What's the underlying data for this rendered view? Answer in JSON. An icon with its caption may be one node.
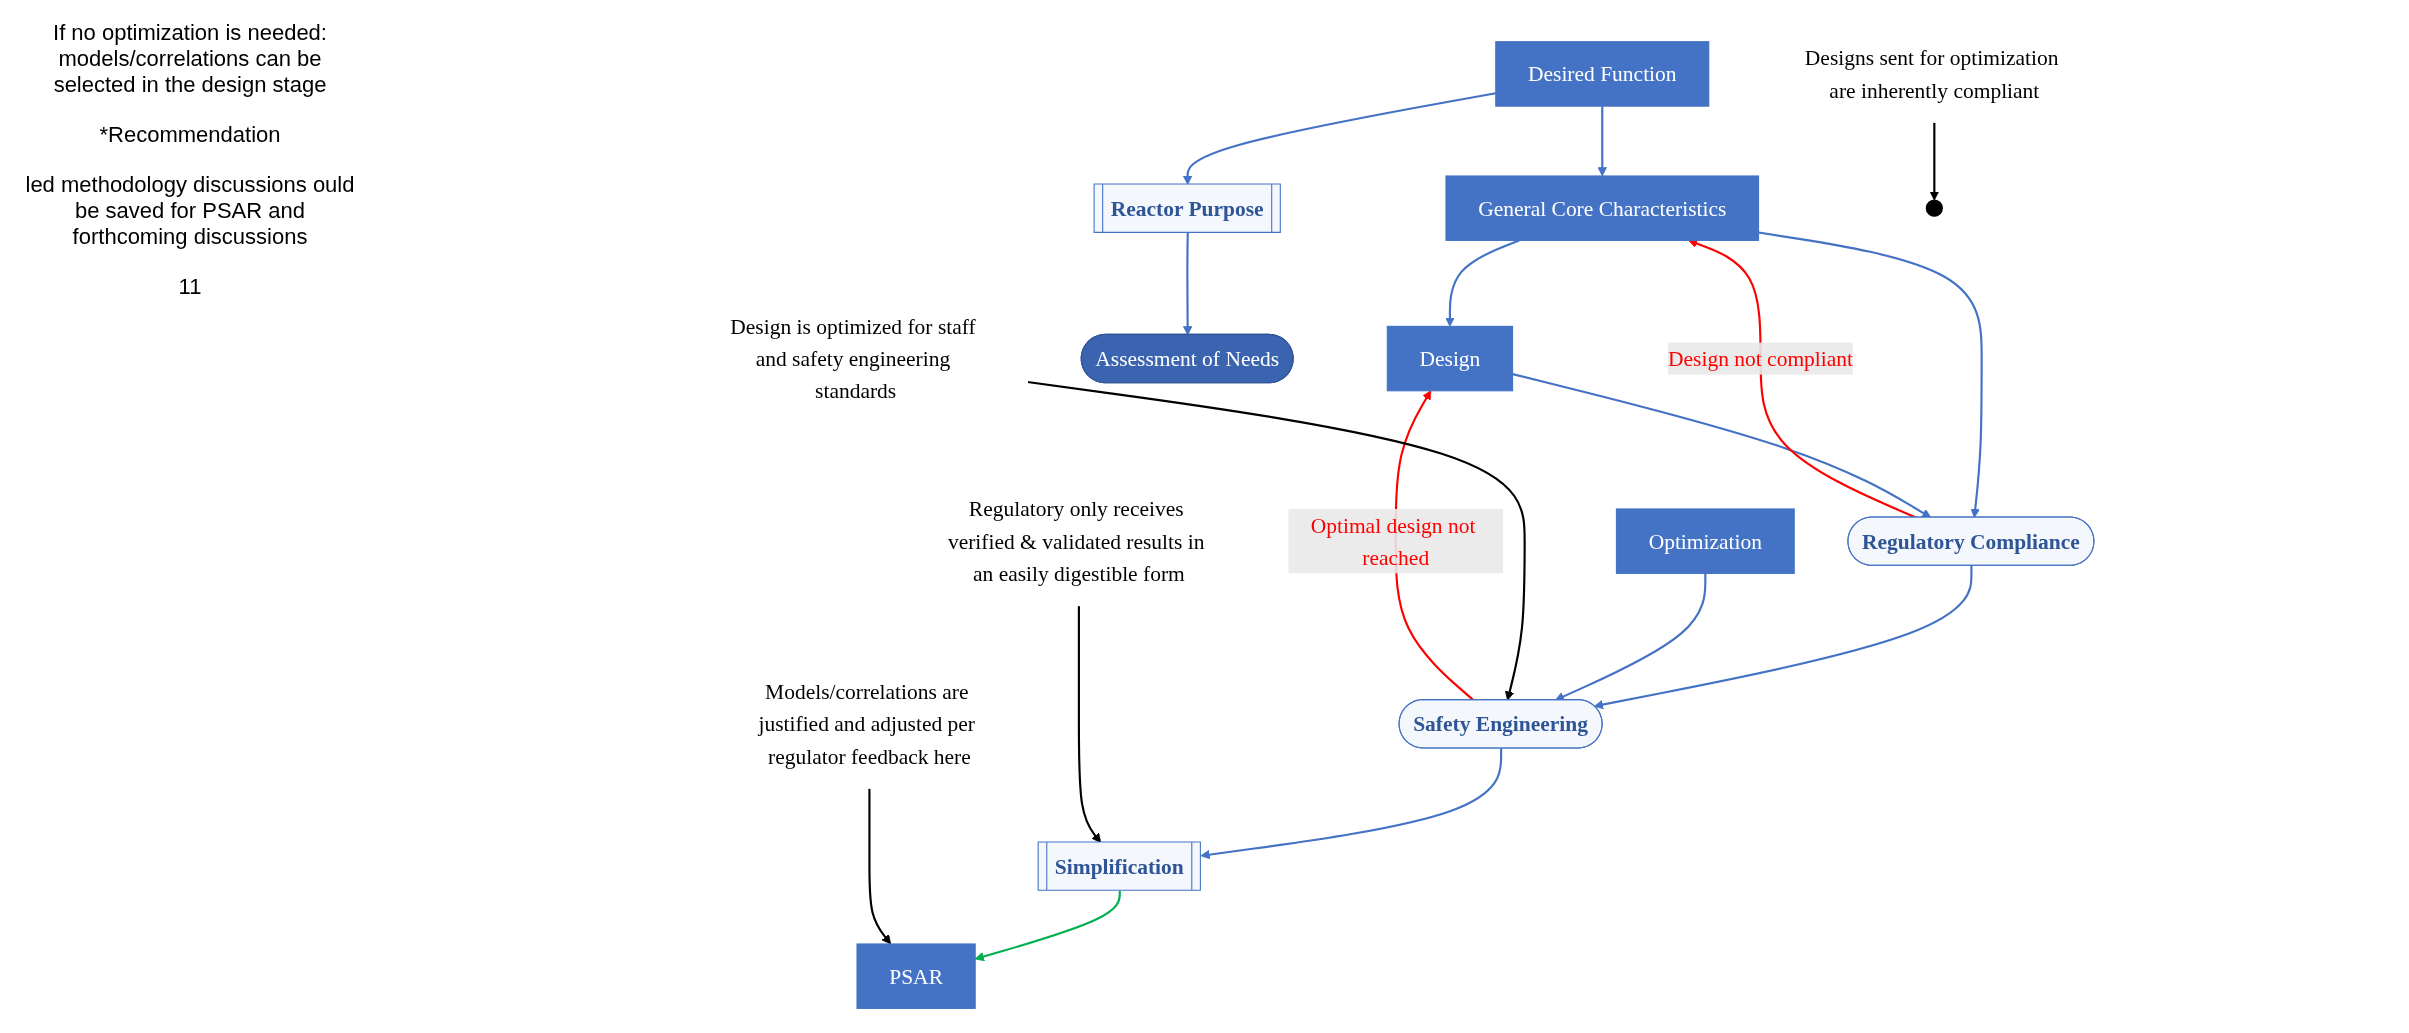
{
  "diagram": {
    "nodes": [
      {
        "text": [
          "Desired Function"
        ]
      },
      {
        "text": [
          "General Core Characteristics"
        ]
      },
      {
        "text": [
          "Design"
        ]
      },
      {
        "text": [
          "Optimization"
        ]
      },
      {
        "text": [
          "PSAR"
        ]
      },
      {
        "text": [
          "Reactor Purpose"
        ]
      },
      {
        "text": [
          "Regulatory Compliance"
        ]
      },
      {
        "text": [
          "Safety Engineering"
        ]
      },
      {
        "text": [
          "Assessment of Needs"
        ]
      },
      {
        "text": [
          "Simplification"
        ]
      },
      {
        "text": [
          "Models/correlations are justified and adjusted per regulator feedback here"
        ]
      },
      {
        "text": [
          "Design is optimized for staff and safety engineering standards"
        ]
      },
      {
        "text": [
          "Designs sent for optimization are inherently compliant"
        ]
      },
      {
        "text": [
          "Regulatory only receives verified & validated results in an easily digestible form"
        ]
      }
    ],
    "edges": [
      {
        "from": 0,
        "to": 1,
        "arrow": "to"
      },
      {
        "from": 0,
        "to": 5,
        "arrow": "to"
      },
      {
        "from": 5,
        "to": 8,
        "arrow": "to"
      },
      {
        "from": 1,
        "to": 2,
        "arrow": "to"
      },
      {
        "from": 1,
        "to": 6,
        "arrow": "to"
      },
      {
        "from": 2,
        "to": 6,
        "arrow": "to"
      },
      {
        "from": 6,
        "to": 1,
        "arrow": "to",
        "label": "Design not compliant",
        "color": "#ff0000"
      },
      {
        "from": 6,
        "to": 7,
        "arrow": "to"
      },
      {
        "from": 3,
        "to": 7,
        "arrow": "to"
      },
      {
        "from": 7,
        "to": 2,
        "arrow": "to",
        "label": "Optimal design not reached",
        "color": "#ff0000"
      },
      {
        "from": 7,
        "to": 9,
        "arrow": "to"
      },
      {
        "from": 9,
        "to": 4,
        "arrow": "to",
        "color": "#00b050"
      },
      {
        "from": 10,
        "to": 4,
        "arrow": "to",
        "color": "#000000"
      },
      {
        "from": 11,
        "to": 7,
        "arrow": "to",
        "color": "#000000"
      },
      {
        "from": 12,
        "to": null,
        "arrow": "to",
        "color": "#000000"
      },
      {
        "from": 13,
        "to": 9,
        "arrow": "to",
        "color": "#000000"
      }
    ],
    "labels": [
      "If no optimization is needed: models/correlations can be selected in the design stage",
      "*Recommendation",
      "led methodology discussions ould be saved for PSAR and forthcoming discussions",
      "11"
    ]
  }
}
